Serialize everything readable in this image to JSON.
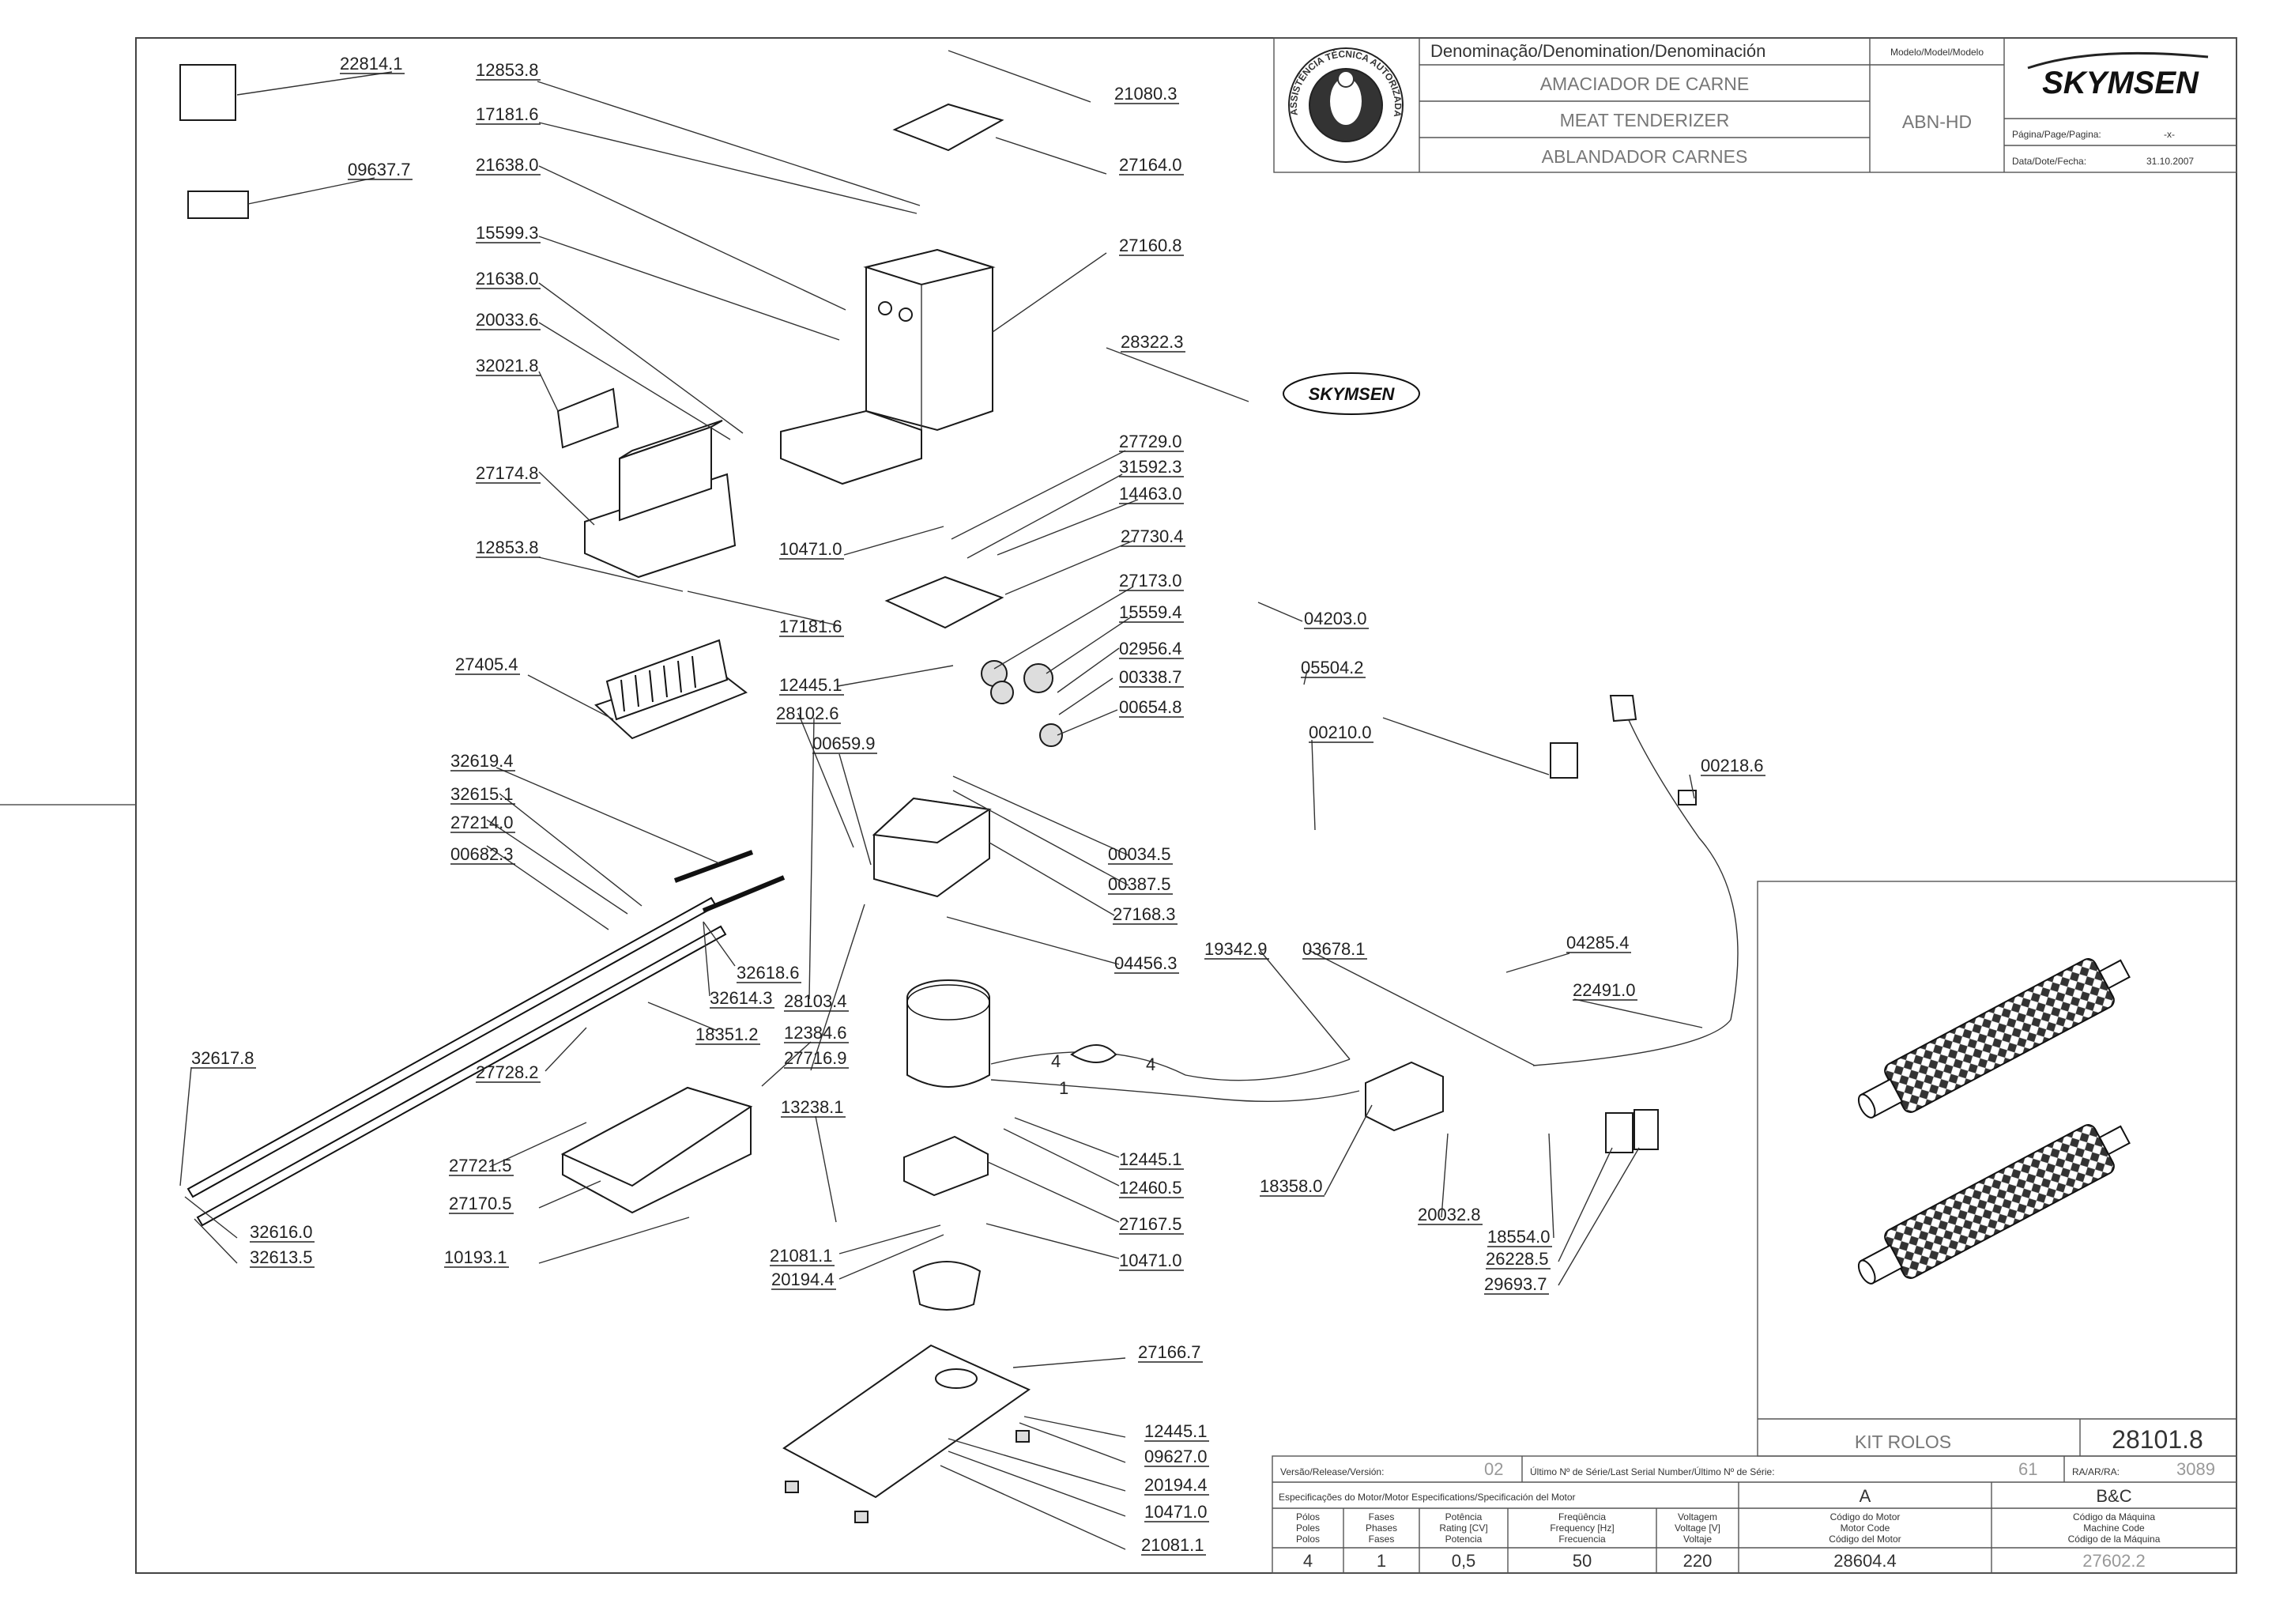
{
  "title_block": {
    "denomination_header": "Denominação/Denomination/Denominación",
    "name_pt": "AMACIADOR DE CARNE",
    "name_en": "MEAT TENDERIZER",
    "name_es": "ABLANDADOR CARNES",
    "model_header": "Modelo/Model/Modelo",
    "model": "ABN-HD",
    "brand": "SKYMSEN",
    "page_label": "Página/Page/Pagina:",
    "page_value": "-x-",
    "date_label": "Data/Dote/Fecha:",
    "date_value": "31.10.2007",
    "seal_text": "ASSISTÊNCIA TÉCNICA AUTORIZADA"
  },
  "kit": {
    "label": "KIT ROLOS",
    "code": "28101.8"
  },
  "info_table": {
    "release_label": "Versão/Release/Versión:",
    "release_value": "02",
    "serial_label": "Último Nº de Série/Last Serial Number/Último Nº de Série:",
    "serial_value": "61",
    "ra_label": "RA/AR/RA:",
    "ra_value": "3089",
    "motor_spec_label": "Especificações do Motor/Motor Especifications/Specificación del Motor",
    "col_a": "A",
    "col_bc": "B&C",
    "headers": [
      [
        "Pólos",
        "Poles",
        "Polos"
      ],
      [
        "Fases",
        "Phases",
        "Fases"
      ],
      [
        "Potência",
        "Rating [CV]",
        "Potencia"
      ],
      [
        "Freqüência",
        "Frequency [Hz]",
        "Frecuencia"
      ],
      [
        "Voltagem",
        "Voltage [V]",
        "Voltaje"
      ],
      [
        "Código do Motor",
        "Motor Code",
        "Código del Motor"
      ],
      [
        "Código da Máquina",
        "Machine Code",
        "Código de la Máquina"
      ]
    ],
    "values": [
      "4",
      "1",
      "0,5",
      "50",
      "220",
      "28604.4",
      "27602.2"
    ]
  },
  "wire_labels": [
    "4",
    "4",
    "1"
  ],
  "part_labels": [
    "22814.1",
    "09637.7",
    "12853.8",
    "17181.6",
    "21638.0",
    "15599.3",
    "21638.0",
    "20033.6",
    "32021.8",
    "27174.8",
    "12853.8",
    "17181.6",
    "27405.4",
    "32619.4",
    "32615.1",
    "27214.0",
    "00682.3",
    "32618.6",
    "32614.3",
    "28103.4",
    "32617.8",
    "18351.2",
    "27728.2",
    "12384.6",
    "27716.9",
    "27721.5",
    "27170.5",
    "10193.1",
    "32616.0",
    "32613.5",
    "21080.3",
    "27164.0",
    "27160.8",
    "28322.3",
    "27729.0",
    "31592.3",
    "14463.0",
    "10471.0",
    "27730.4",
    "27173.0",
    "15559.4",
    "02956.4",
    "00338.7",
    "00654.8",
    "12445.1",
    "28102.6",
    "00659.9",
    "00034.5",
    "00387.5",
    "27168.3",
    "04456.3",
    "13238.1",
    "12445.1",
    "12460.5",
    "27167.5",
    "10471.0",
    "21081.1",
    "20194.4",
    "27166.7",
    "12445.1",
    "09627.0",
    "20194.4",
    "10471.0",
    "21081.1",
    "04203.0",
    "05504.2",
    "00210.0",
    "00218.6",
    "19342.9",
    "03678.1",
    "04285.4",
    "22491.0",
    "18358.0",
    "20032.8",
    "18554.0",
    "26228.5",
    "29693.7"
  ]
}
